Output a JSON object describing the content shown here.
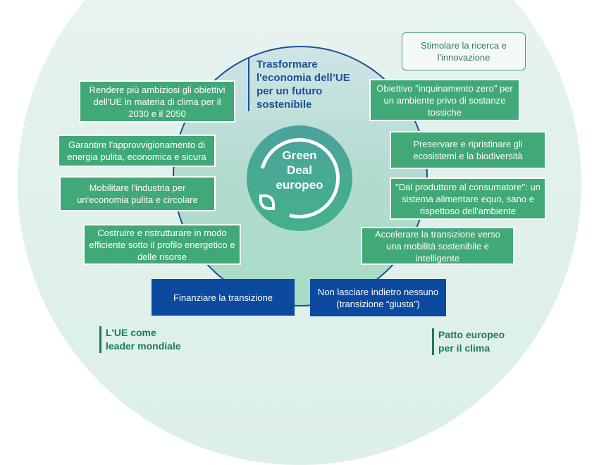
{
  "center": {
    "lines": [
      "Green",
      "Deal",
      "europeo"
    ]
  },
  "title": {
    "lines": [
      "Trasformare",
      "l'economia dell’UE",
      "per un futuro",
      "sostenibile"
    ]
  },
  "left_items": [
    "Rendere più ambiziosi gli obiettivi dell'UE in materia di clima per il 2030 e il 2050",
    "Garantire l'approvvigionamento di energia pulita, economica e sicura",
    "Mobilitare l'industria per un'economia pulita e circolare",
    "Costruire e ristrutturare in modo efficiente sotto il profilo energetico e delle risorse"
  ],
  "right_items": [
    "Stimolare la ricerca e l'innovazione",
    "Obiettivo \"inquinamento zero\" per un ambiente privo di sostanze tossiche",
    "Preservare e ripristinare gli ecosistemi e la biodiversità",
    "\"Dal produttore al consumatore\": un sistema alimentare equo, sano e rispettoso dell'ambiente",
    "Accelerare la transizione verso una mobilità sostenibile e intelligente"
  ],
  "bottom_items": [
    "Finanziare la transizione",
    "Non lasciare indietro nessuno (transizione “giusta”)"
  ],
  "leader": {
    "lines": [
      "L'UE come",
      "leader mondiale"
    ]
  },
  "pact": {
    "lines": [
      "Patto europeo",
      "per il clima"
    ]
  },
  "colors": {
    "green": "#41a878",
    "blue": "#0b4a9e",
    "dark_green": "#1a7a5a"
  }
}
